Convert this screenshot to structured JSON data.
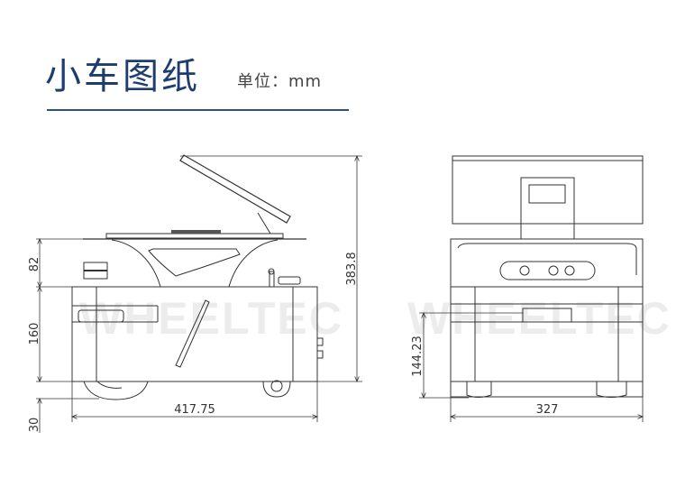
{
  "header": {
    "title": "小车图纸",
    "unit_label": "单位：mm"
  },
  "watermark": "WHEELTEC",
  "side_view": {
    "dim_top_height": "82",
    "dim_body_height": "160",
    "dim_ground_clearance": "30",
    "dim_total_height": "383.8",
    "dim_length": "417.75"
  },
  "front_view": {
    "dim_height": "144.23",
    "dim_width": "327"
  }
}
